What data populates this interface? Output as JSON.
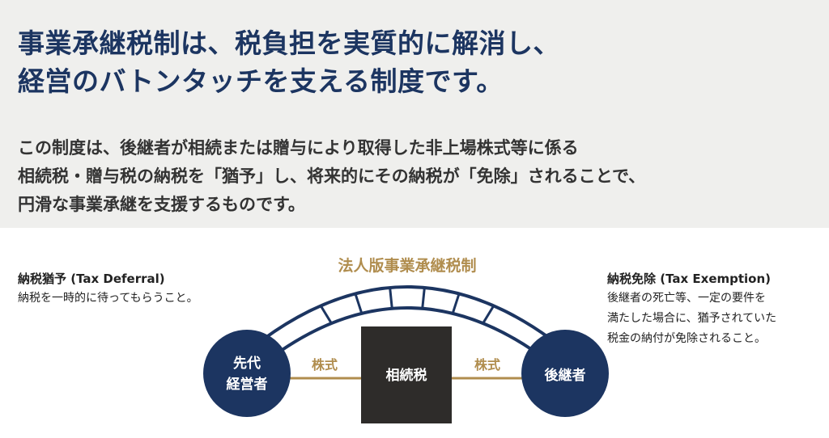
{
  "headline": {
    "line1": "事業承継税制は、税負担を実質的に解消し、",
    "line2": "経営のバトンタッチを支える制度です。"
  },
  "description": {
    "line1": "この制度は、後継者が相続または贈与により取得した非上場株式等に係る",
    "line2": "相続税・贈与税の納税を「猶予」し、将来的にその納税が「免除」されることで、",
    "line3": "円滑な事業承継を支援するものです。"
  },
  "deferral": {
    "title": "納税猶予 (Tax Deferral)",
    "text": "納税を一時的に待ってもらうこと。"
  },
  "exemption": {
    "title": "納税免除 (Tax Exemption)",
    "lines": [
      "後継者の死亡等、一定の要件を",
      "満たした場合に、猶予されていた",
      "税金の納付が免除されること。"
    ]
  },
  "diagram": {
    "bridge_title": "法人版事業承継税制",
    "predecessor": [
      "先代",
      "経営者"
    ],
    "successor": "後継者",
    "tax_box": "相続税",
    "shares_left": "株式",
    "shares_right": "株式"
  },
  "colors": {
    "navy": "#1c3561",
    "gold": "#b08d4e",
    "box": "#2e2c2a",
    "band": "#efefed"
  }
}
